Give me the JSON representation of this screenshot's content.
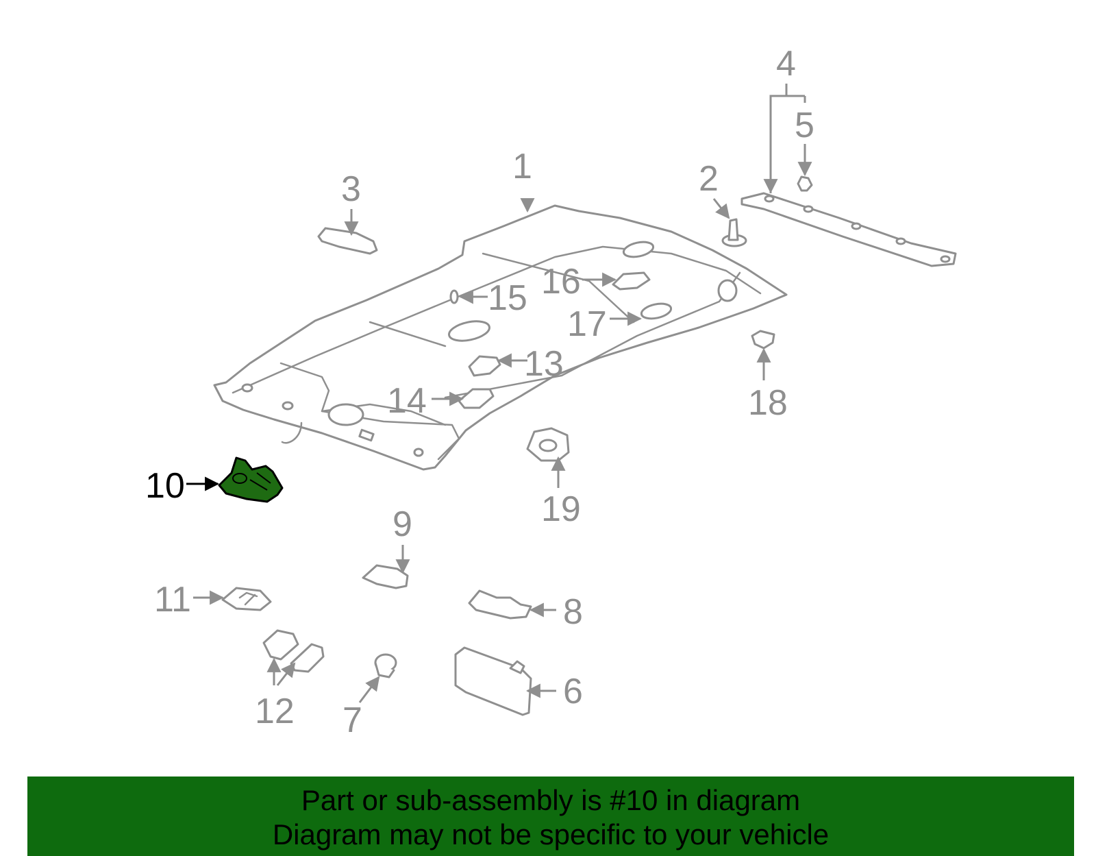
{
  "diagram": {
    "highlight_color": "#1e6b12",
    "part_color": "#8f8f8f",
    "highlighted_callout": "10",
    "callouts": [
      "1",
      "2",
      "3",
      "4",
      "5",
      "6",
      "7",
      "8",
      "9",
      "10",
      "11",
      "12",
      "13",
      "14",
      "15",
      "16",
      "17",
      "18",
      "19"
    ]
  },
  "banner": {
    "line1": "Part or sub-assembly is #10 in diagram",
    "line2": "Diagram may not be specific to your vehicle",
    "background": "#0e6b0e"
  }
}
